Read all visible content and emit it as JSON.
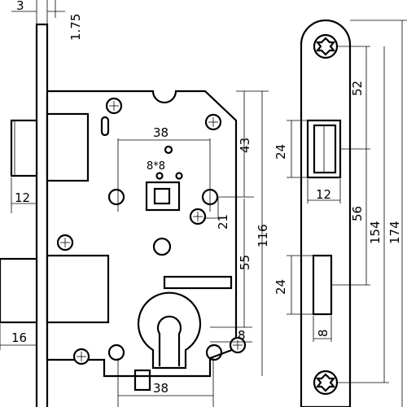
{
  "dimensions": {
    "left_3": "3",
    "left_1_75": "1.75",
    "latch_12": "12",
    "deadbolt_16": "16",
    "spindle_8x8": "8*8",
    "backset_38_top": "38",
    "height_43": "43",
    "offset_21": "21",
    "height_116": "116",
    "height_55": "55",
    "cyl_8": "8",
    "backset_38_bottom": "38",
    "fp_52": "52",
    "fp_24_top": "24",
    "fp_12": "12",
    "fp_56": "56",
    "fp_154": "154",
    "fp_174": "174",
    "fp_24_bottom": "24",
    "fp_8": "8"
  }
}
